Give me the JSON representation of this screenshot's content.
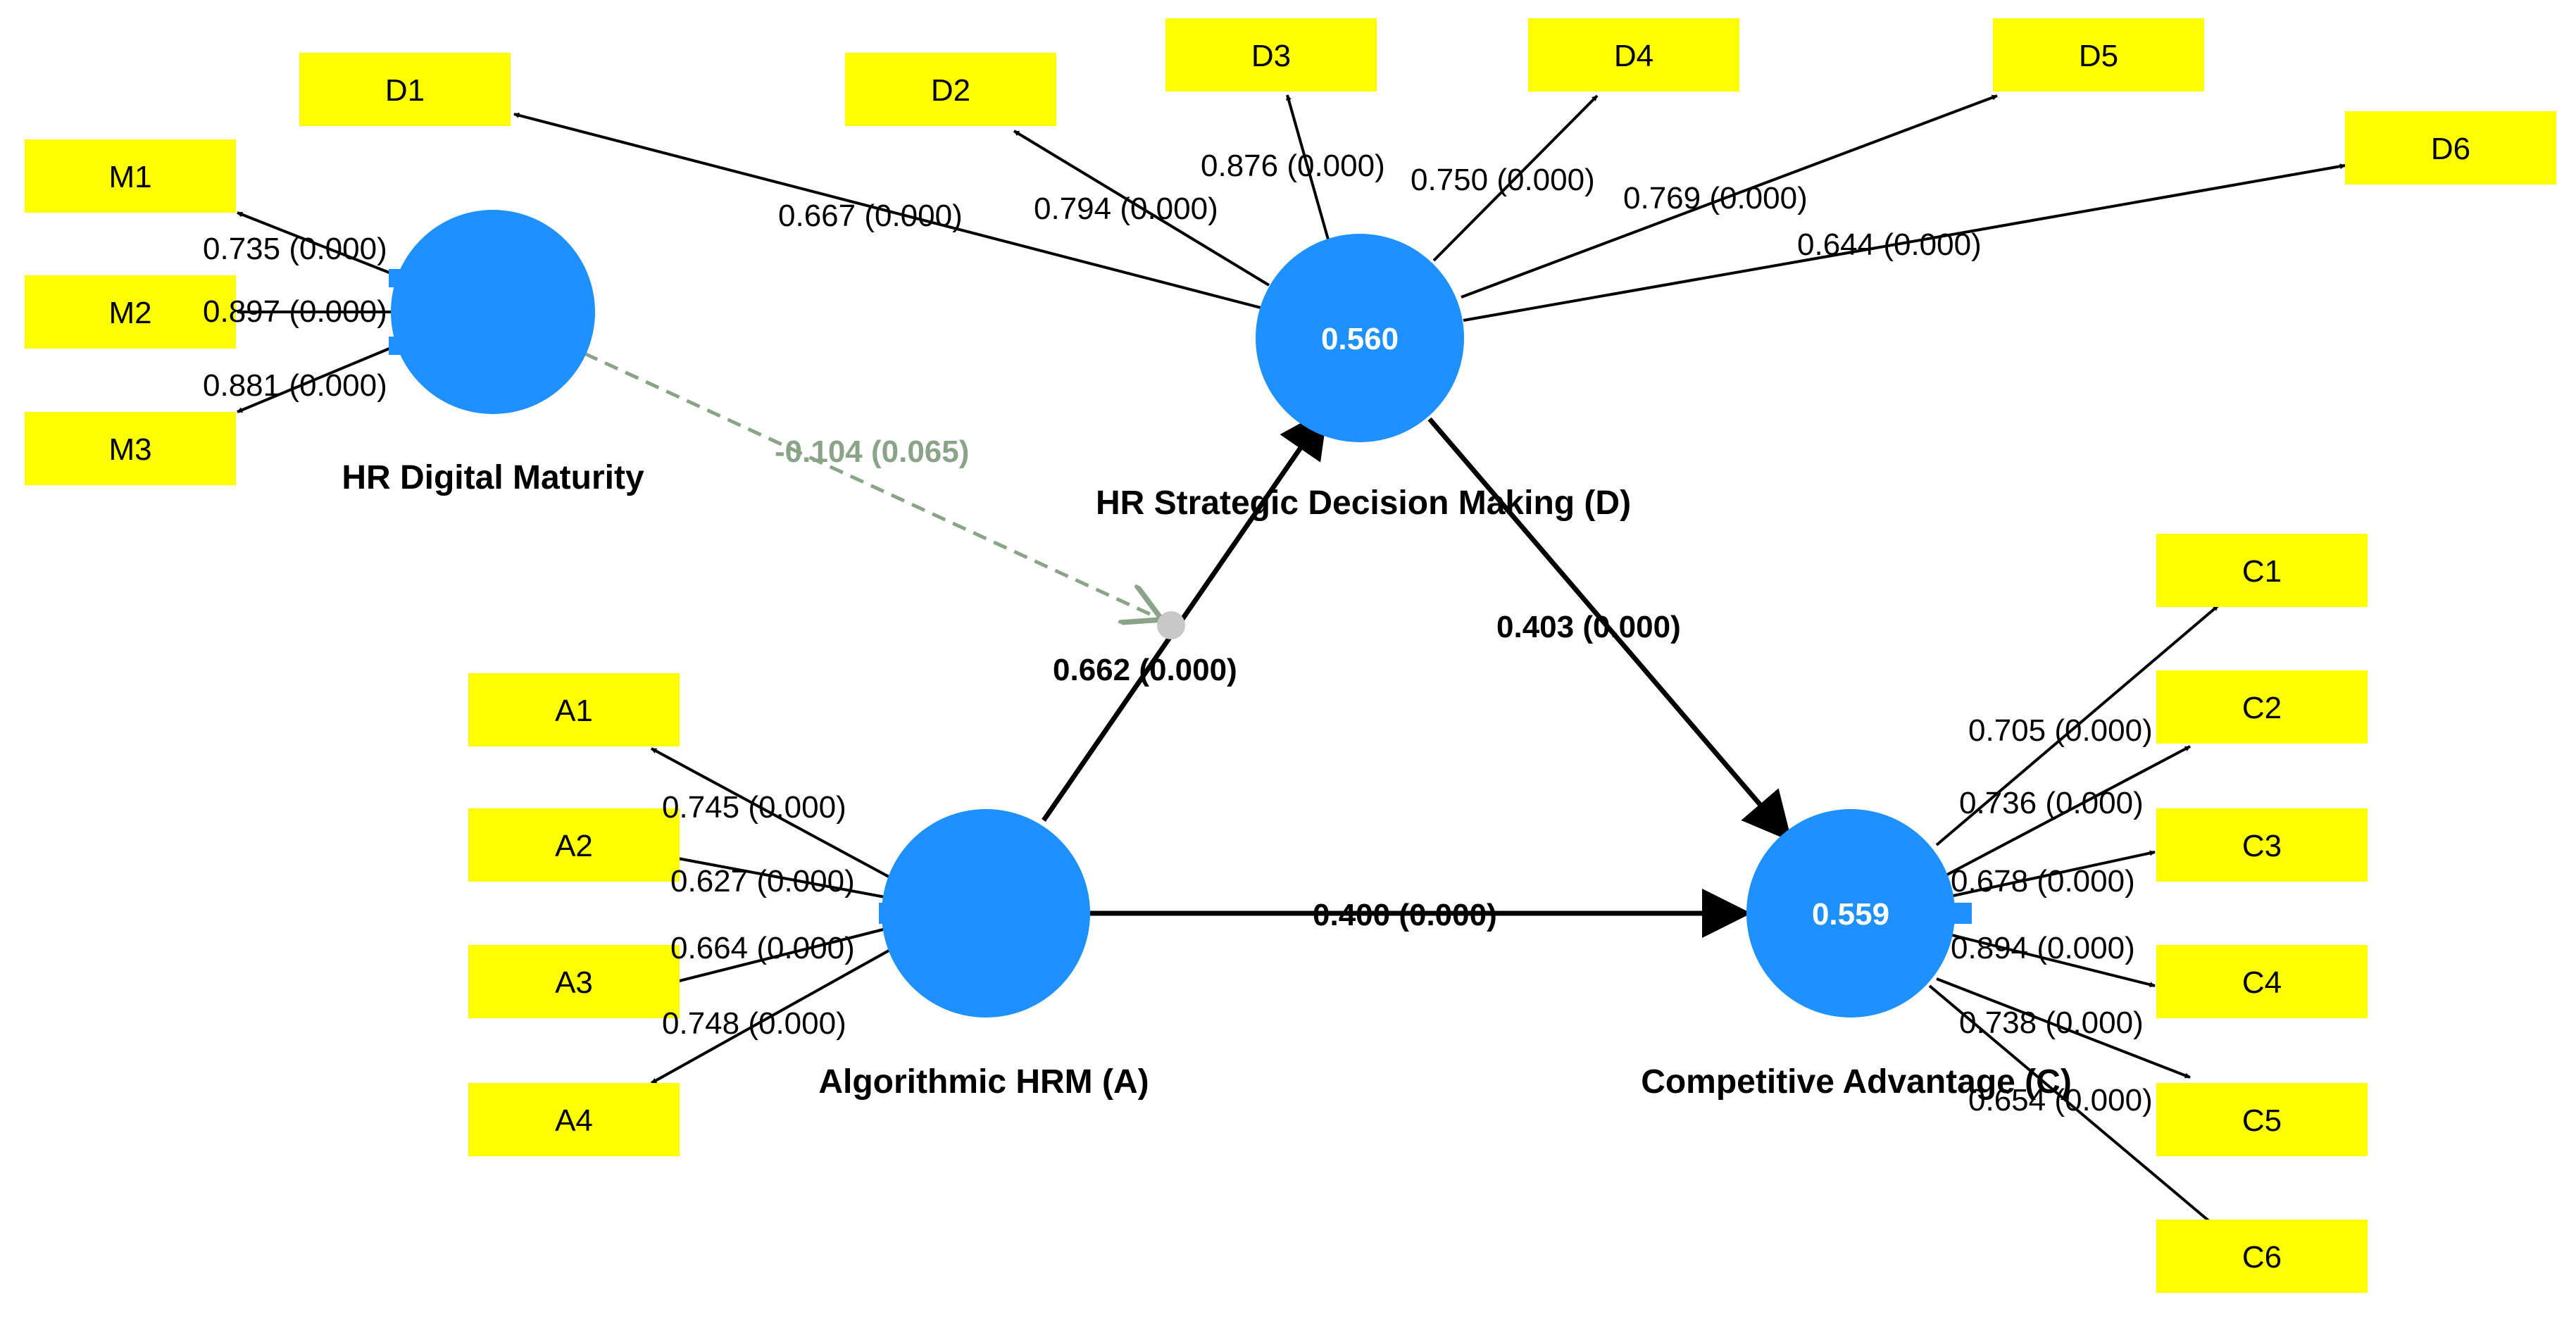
{
  "colors": {
    "indicator_fill": "#ffff00",
    "construct_fill": "#1e90ff",
    "arrow": "#000000",
    "moderator_arrow": "#8aa389",
    "moderator_dot": "#c8c8c8"
  },
  "constructs": [
    {
      "id": "M",
      "name": "HR Digital Maturity",
      "r2": ""
    },
    {
      "id": "D",
      "name": "HR Strategic Decision Making (D)",
      "r2": "0.560"
    },
    {
      "id": "A",
      "name": "Algorithmic HRM (A)",
      "r2": ""
    },
    {
      "id": "C",
      "name": "Competitive Advantage (C)",
      "r2": "0.559"
    }
  ],
  "indicators": {
    "M": [
      "M1",
      "M2",
      "M3"
    ],
    "D": [
      "D1",
      "D2",
      "D3",
      "D4",
      "D5",
      "D6"
    ],
    "A": [
      "A1",
      "A2",
      "A3",
      "A4"
    ],
    "C": [
      "C1",
      "C2",
      "C3",
      "C4",
      "C5",
      "C6"
    ]
  },
  "loadings": {
    "M": [
      "0.735 (0.000)",
      "0.897 (0.000)",
      "0.881 (0.000)"
    ],
    "D": [
      "0.667 (0.000)",
      "0.794 (0.000)",
      "0.876 (0.000)",
      "0.750 (0.000)",
      "0.769 (0.000)",
      "0.644 (0.000)"
    ],
    "A": [
      "0.745 (0.000)",
      "0.627 (0.000)",
      "0.664 (0.000)",
      "0.748 (0.000)"
    ],
    "C": [
      "0.705 (0.000)",
      "0.736 (0.000)",
      "0.678 (0.000)",
      "0.894 (0.000)",
      "0.738 (0.000)",
      "0.654 (0.000)"
    ]
  },
  "paths": {
    "A_D": "0.662 (0.000)",
    "D_C": "0.403 (0.000)",
    "A_C": "0.400 (0.000)",
    "moderation": "-0.104 (0.065)"
  }
}
